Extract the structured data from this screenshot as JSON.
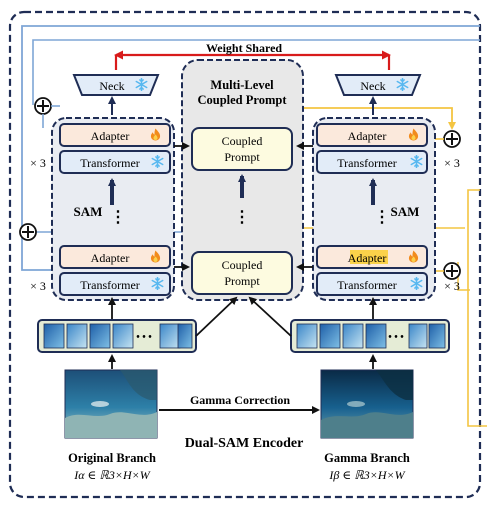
{
  "title": "Dual-SAM Encoder",
  "weight_shared": "Weight Shared",
  "center_panel": {
    "title_line1": "Multi-Level",
    "title_line2": "Coupled Prompt",
    "blocks": [
      {
        "line1": "Coupled",
        "line2": "Prompt"
      },
      {
        "line1": "Coupled",
        "line2": "Prompt"
      }
    ]
  },
  "left_branch": {
    "neck": "Neck",
    "adapter": "Adapter",
    "transformer": "Transformer",
    "sam": "SAM",
    "repeat": "× 3",
    "name": "Original Branch",
    "formula": "Iα ∈ ℝ3×H×W"
  },
  "right_branch": {
    "neck": "Neck",
    "adapter": "Adapter",
    "transformer": "Transformer",
    "sam": "SAM",
    "repeat": "× 3",
    "name": "Gamma Branch",
    "formula": "Iβ ∈ ℝ3×H×W"
  },
  "gamma_correction": "Gamma Correction",
  "ellipsis": "• • •",
  "vdots": "⋮",
  "icons": {
    "frozen": "snowflake-icon",
    "trainable": "flame-icon",
    "sum": "plus-circle-icon"
  },
  "colors": {
    "navy": "#1f2d55",
    "red_arrow": "#d81b1b",
    "yellow_line": "#f4c542",
    "blue_line": "#7fa6d6",
    "adapter_fill": "#fbe9dc",
    "transformer_fill": "#e2ecf8",
    "prompt_fill": "#fdfbe0",
    "panel_fill": "#e8e8e8",
    "snow": "#58b8f0",
    "flame": "#f28b1c"
  }
}
